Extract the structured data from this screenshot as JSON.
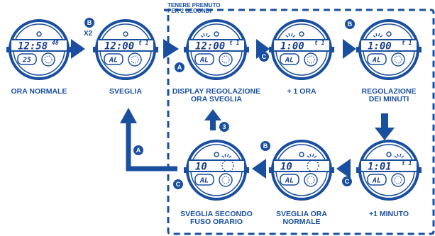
{
  "colors": {
    "primary": "#1a4fa0",
    "lcd": "#1a3f8a",
    "bezel": "#ffffff"
  },
  "note": {
    "line1": "TENERE PREMUTO",
    "line2": "PER 2 SECONDI"
  },
  "multiplier": "X2",
  "badges": {
    "a": "A",
    "b": "B",
    "c": "C",
    "three": "3"
  },
  "watches": [
    {
      "id": "ora-normale",
      "label_lines": [
        "ORA NORMALE"
      ],
      "main": "12:58",
      "sup": "48",
      "sub": "25",
      "blink": false
    },
    {
      "id": "sveglia",
      "label_lines": [
        "SVEGLIA"
      ],
      "main": "12:00",
      "sup": "t 1",
      "sub": "AL",
      "blink": false
    },
    {
      "id": "display-regolazione",
      "label_lines": [
        "DISPLAY REGOLAZIONE",
        "ORA SVEGLIA"
      ],
      "main": "12:00",
      "sup": "t 1",
      "sub": "AL",
      "blink": true
    },
    {
      "id": "piu-1-ora",
      "label_lines": [
        "+ 1 ORA"
      ],
      "main": "1:00",
      "sup": "t 1",
      "sub": "AL",
      "blink": true
    },
    {
      "id": "regolazione-minuti",
      "label_lines": [
        "REGOLAZIONE",
        "DEI MINUTI"
      ],
      "main": "1:00",
      "sup": "t 1",
      "sub": "AL",
      "blink": true
    },
    {
      "id": "piu-1-minuto",
      "label_lines": [
        "+1 MINUTO"
      ],
      "main": "1:01",
      "sup": "t 1",
      "sub": "AL",
      "blink": true
    },
    {
      "id": "sveglia-ora-normale",
      "label_lines": [
        "SVEGLIA ORA",
        "NORMALE"
      ],
      "main": "10",
      "sup": "",
      "sub": "AL",
      "blink": true
    },
    {
      "id": "sveglia-secondo-fuso",
      "label_lines": [
        "SVEGLIA SECONDO",
        "FUSO ORARIO"
      ],
      "main": "10",
      "sup": "",
      "sub": "AL",
      "blink": true
    }
  ]
}
